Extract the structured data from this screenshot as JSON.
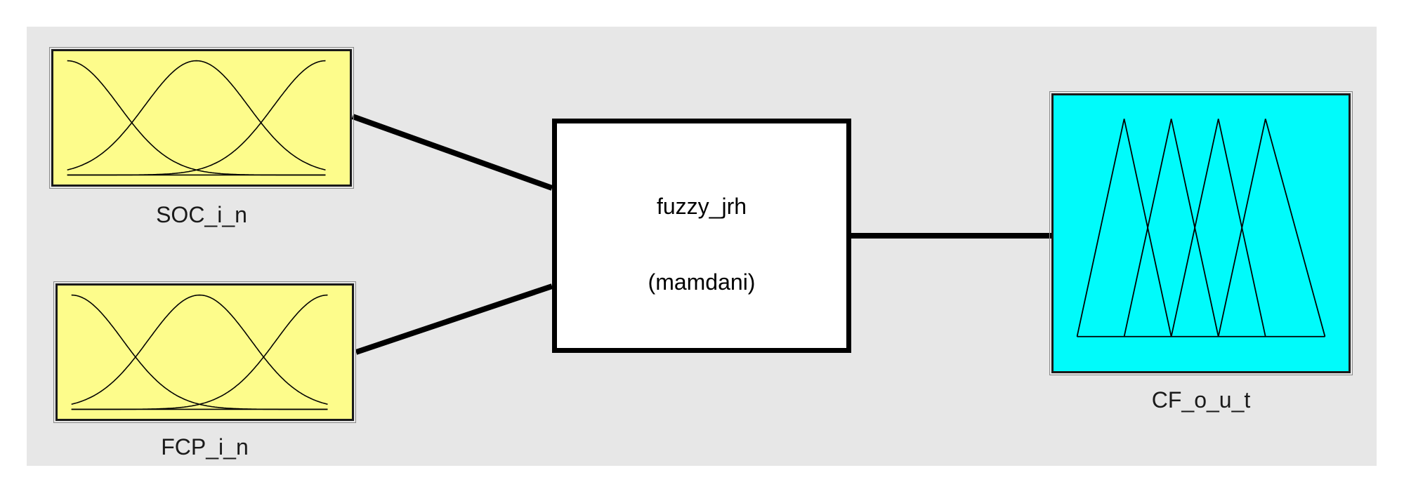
{
  "system": {
    "name": "fuzzy_jrh",
    "type": "(mamdani)"
  },
  "inputs": [
    {
      "label": "SOC_i_n",
      "membership_shape": "gaussian",
      "count": 3
    },
    {
      "label": "FCP_i_n",
      "membership_shape": "gaussian",
      "count": 3
    }
  ],
  "outputs": [
    {
      "label": "CF_o_u_t",
      "membership_shape": "triangular",
      "count": 4
    }
  ],
  "colors": {
    "background": "#e7e7e7",
    "input_fill": "#fdfc8b",
    "output_fill": "#00fbfb",
    "system_fill": "#ffffff",
    "stroke": "#000000"
  }
}
